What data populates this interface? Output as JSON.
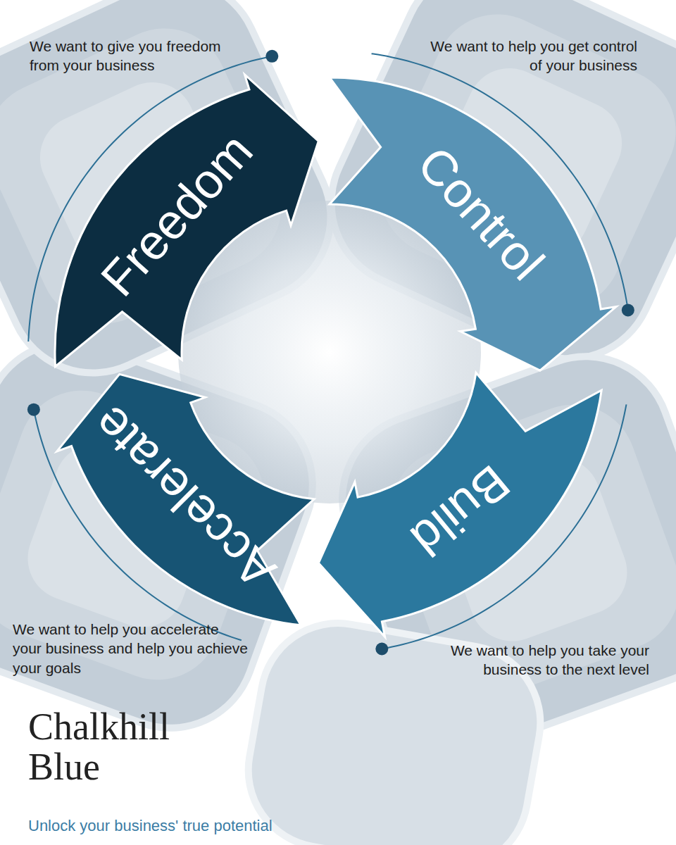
{
  "diagram": {
    "title": "Chalkhill Blue",
    "caption": "Unlock your business' true potential",
    "nodes": [
      {
        "text": [
          "Freedom"
        ]
      },
      {
        "text": [
          "Control"
        ]
      },
      {
        "text": [
          "Build"
        ]
      },
      {
        "text": [
          "Accelerate"
        ]
      }
    ],
    "labels": [
      "We want to give you freedom from your business",
      "We want to help you get control of your business",
      "We want to help you accelerate your business and help you achieve your goals",
      "We want to help you take your business to the next level"
    ]
  }
}
